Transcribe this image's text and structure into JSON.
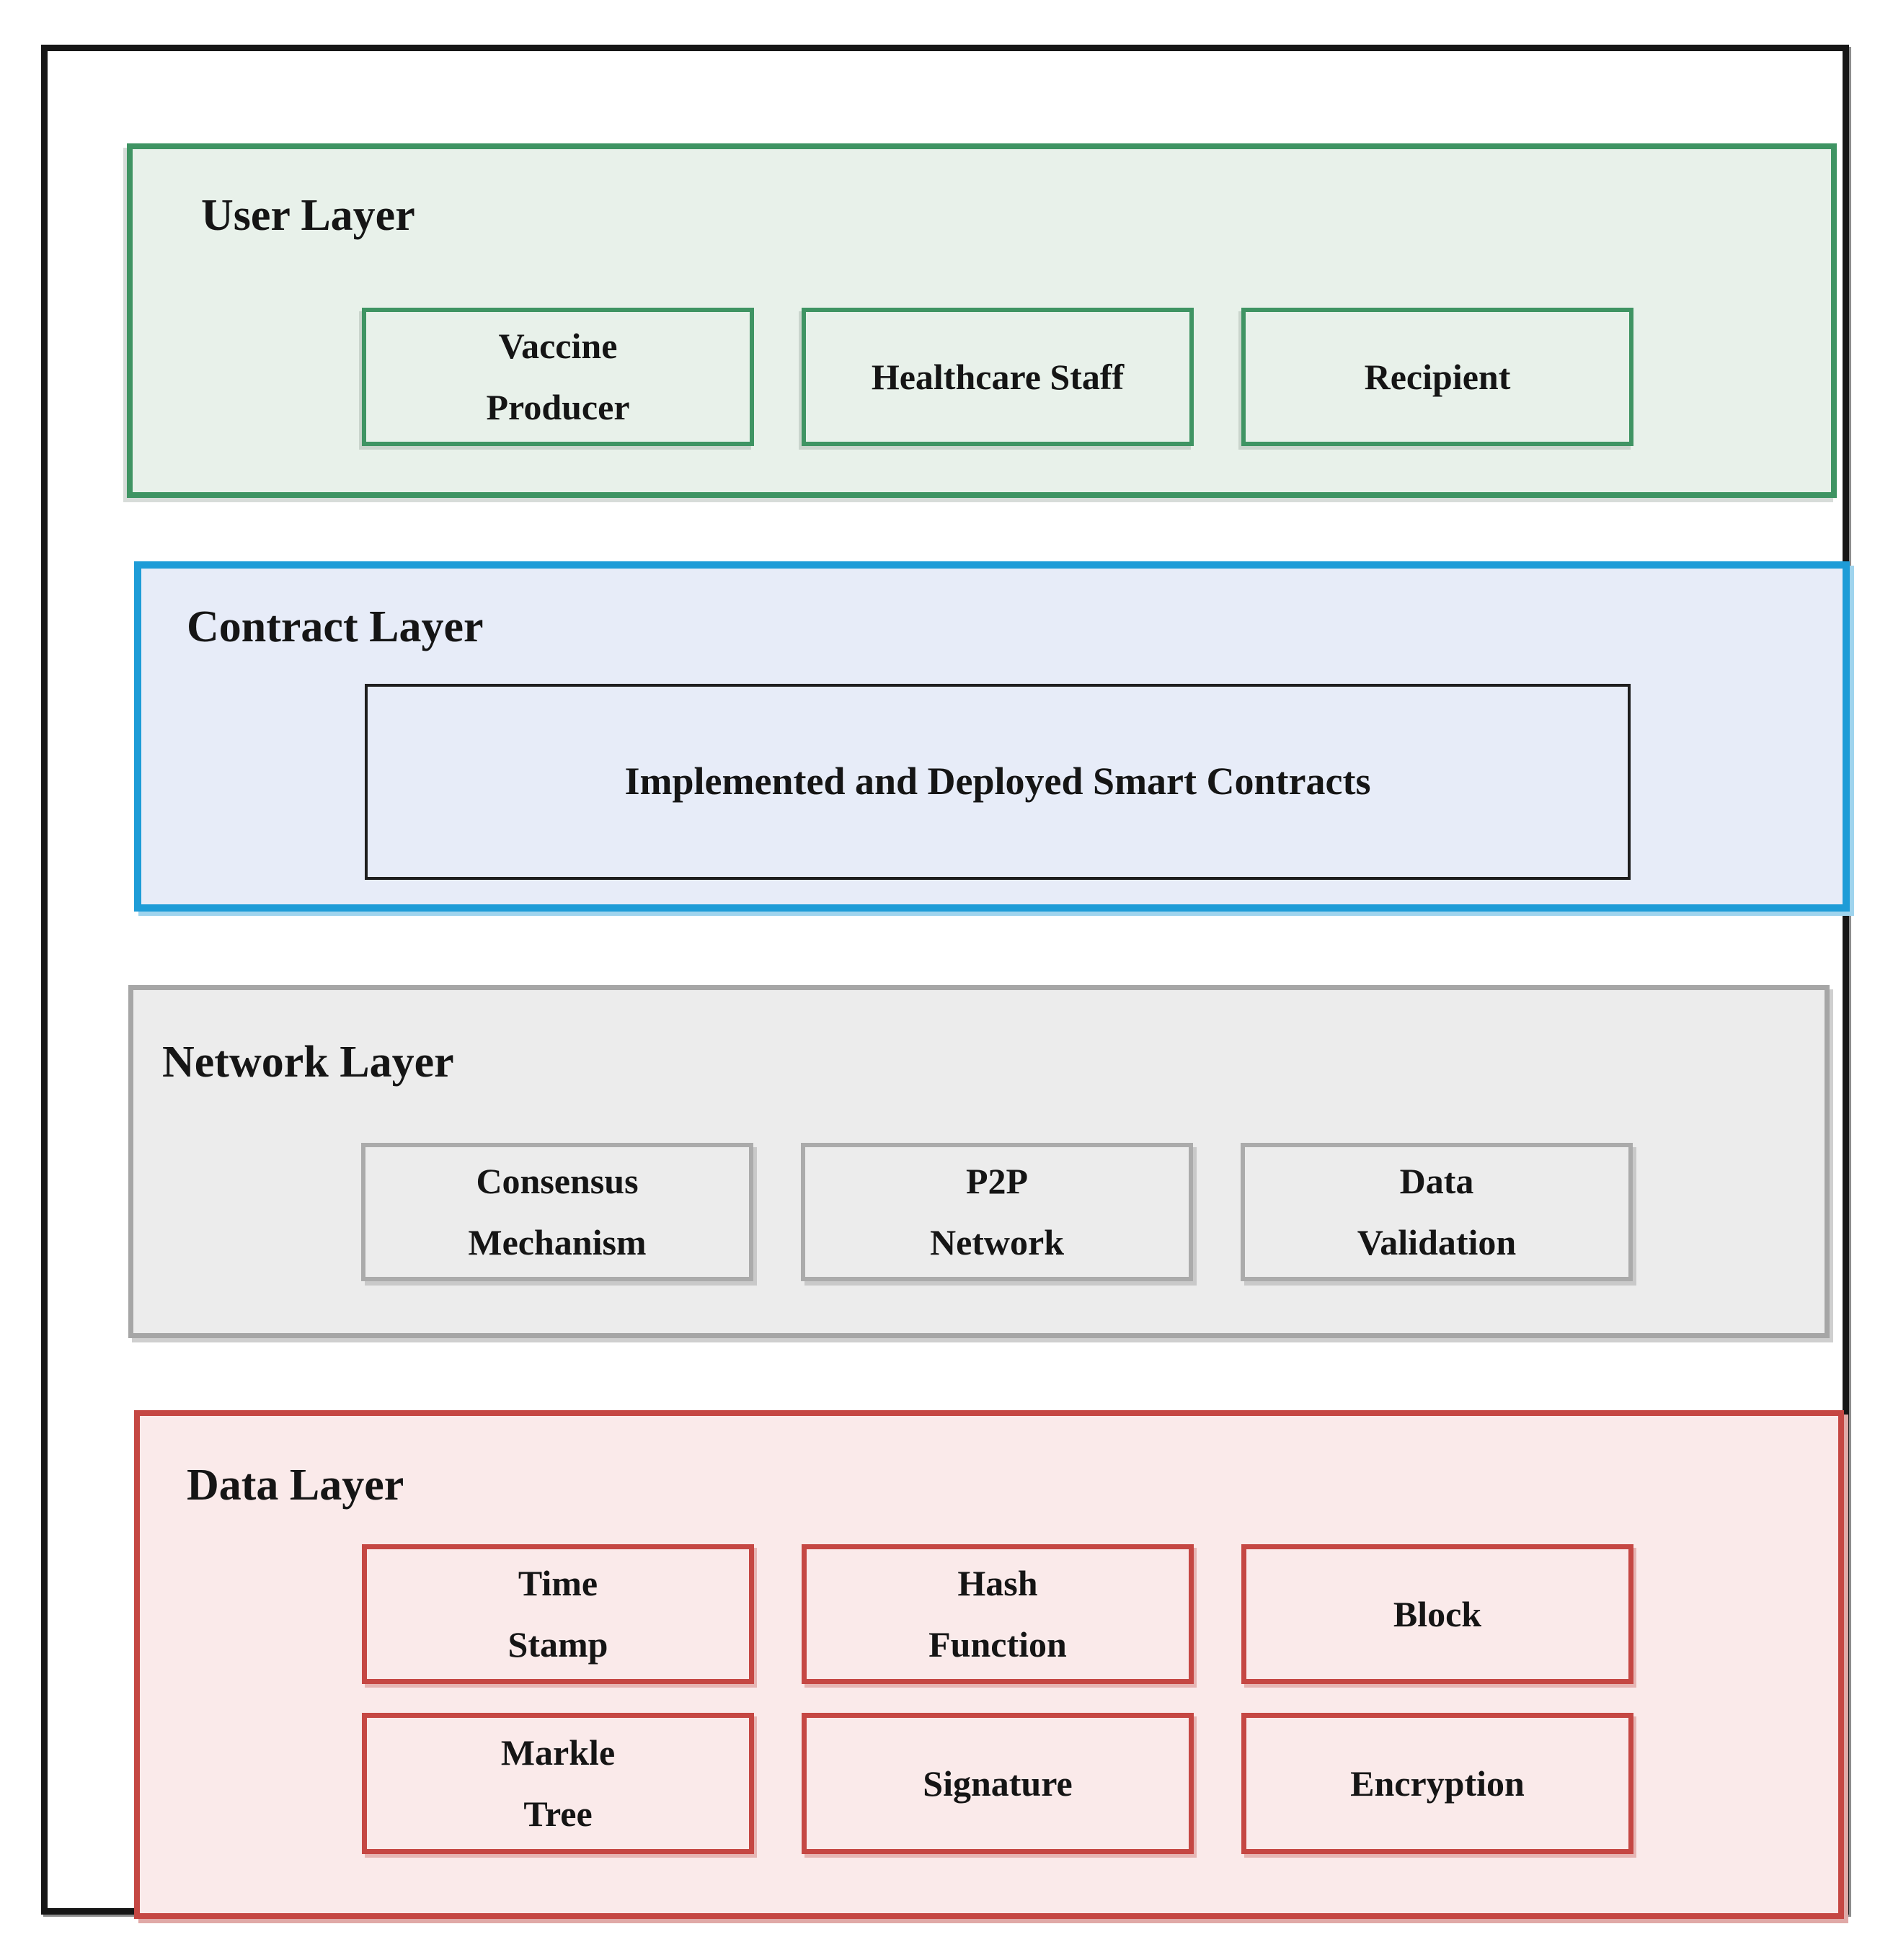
{
  "colors": {
    "user_border": "#3f9463",
    "user_fill": "#e8f1ea",
    "contract_border": "#1e9cd7",
    "contract_fill": "#e7ecf8",
    "network_border": "#a6a6a6",
    "network_fill": "#ececec",
    "data_border": "#c54743",
    "data_fill": "#faeaea",
    "frame_border": "#161616",
    "text": "#151515"
  },
  "layers": [
    {
      "title": "User Layer",
      "items": [
        "Vaccine\nProducer",
        "Healthcare Staff",
        "Recipient"
      ]
    },
    {
      "title": "Contract Layer",
      "items": [
        "Implemented and Deployed Smart Contracts"
      ]
    },
    {
      "title": "Network Layer",
      "items": [
        "Consensus\nMechanism",
        "P2P\nNetwork",
        "Data\nValidation"
      ]
    },
    {
      "title": "Data Layer",
      "items": [
        "Time\nStamp",
        "Hash\nFunction",
        "Block",
        "Markle\nTree",
        "Signature",
        "Encryption"
      ]
    }
  ]
}
